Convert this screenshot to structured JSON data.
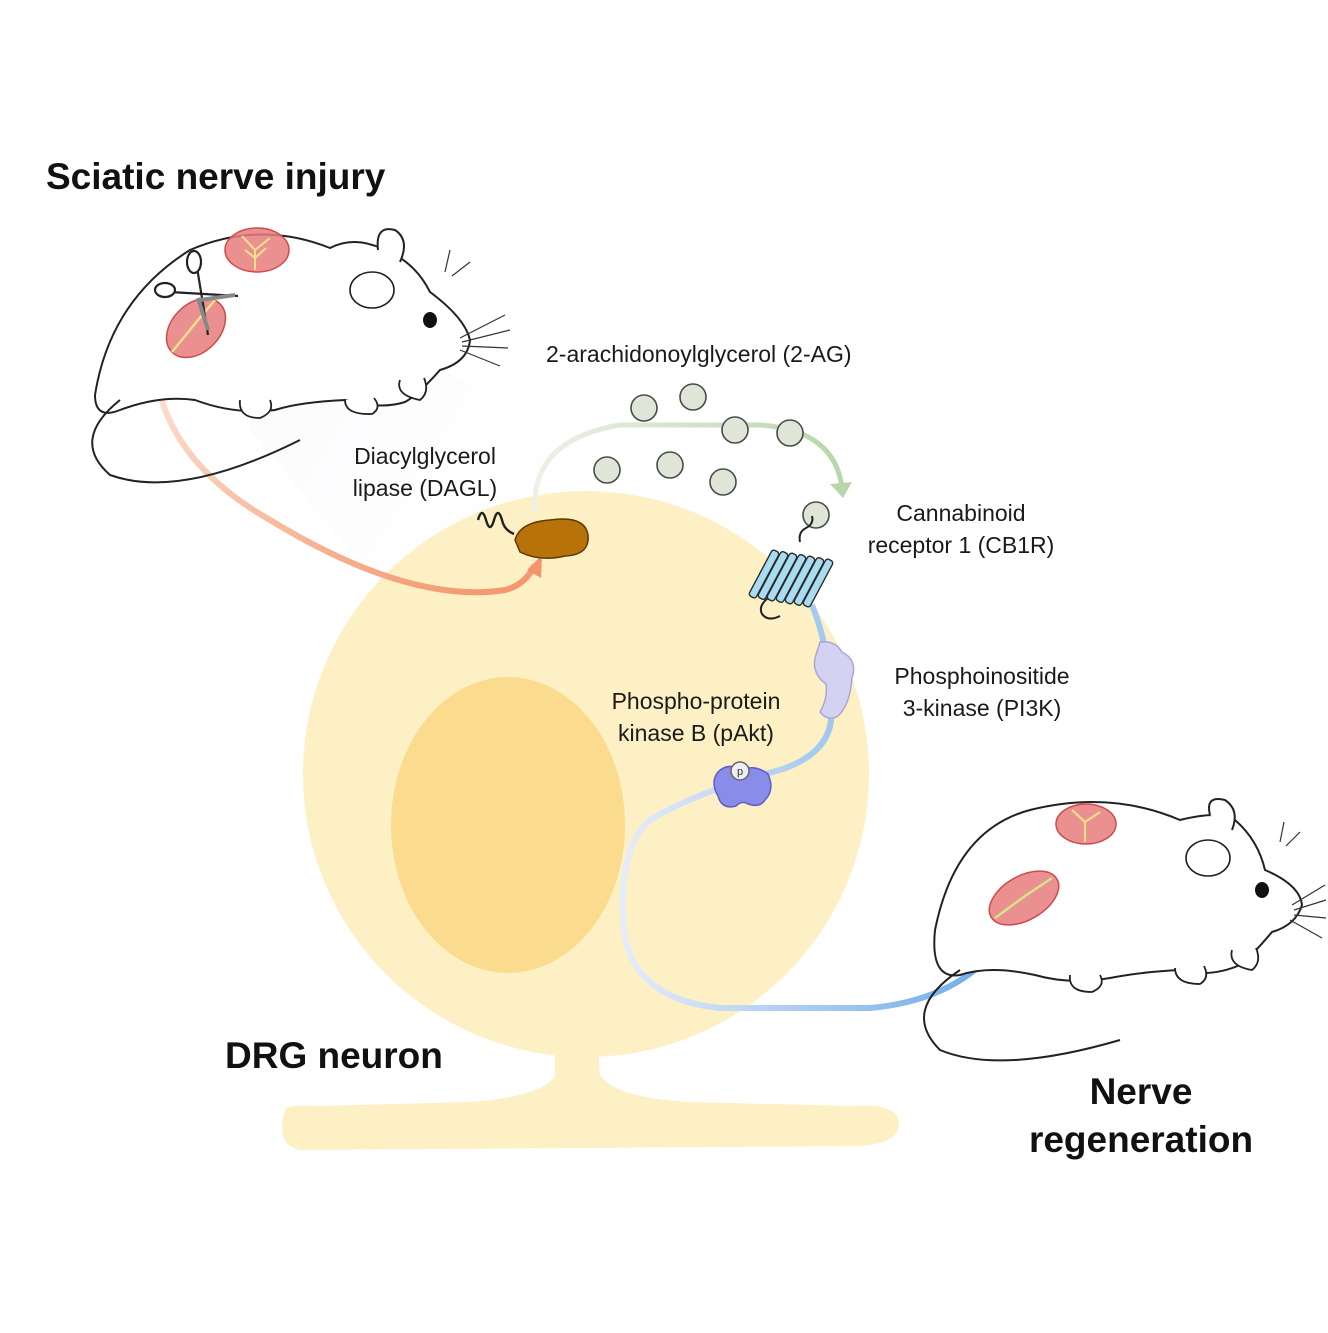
{
  "titles": {
    "injury": "Sciatic nerve injury",
    "neuron": "DRG neuron",
    "regeneration_line1": "Nerve",
    "regeneration_line2": "regeneration"
  },
  "labels": {
    "two_ag": "2-arachidonoylglycerol (2-AG)",
    "dagl_line1": "Diacylglycerol",
    "dagl_line2": "lipase (DAGL)",
    "cb1r_line1": "Cannabinoid",
    "cb1r_line2": "receptor 1 (CB1R)",
    "pi3k_line1": "Phosphoinositide",
    "pi3k_line2": "3-kinase (PI3K)",
    "pakt_line1": "Phospho-protein",
    "pakt_line2": "kinase B (pAkt)",
    "phospho_mark": "p"
  },
  "colors": {
    "cell_body": "#fdf0c4",
    "nucleus": "#fbdc8e",
    "dagl_enzyme": "#b7730a",
    "receptor": "#a9dcf0",
    "pi3k": "#d4d2f1",
    "pakt": "#8a8cea",
    "molecule": "#dfe6d7",
    "injury_arrow": "#f4a07c",
    "molecule_arrow": "#c3dcb6",
    "signal_arrow": "#7fb3ea",
    "tissue_red": "#e77c7c",
    "nerve_yellow": "#f1e28a"
  },
  "icons": {
    "scissors": "scissors-icon",
    "mouse": "mouse-icon"
  }
}
